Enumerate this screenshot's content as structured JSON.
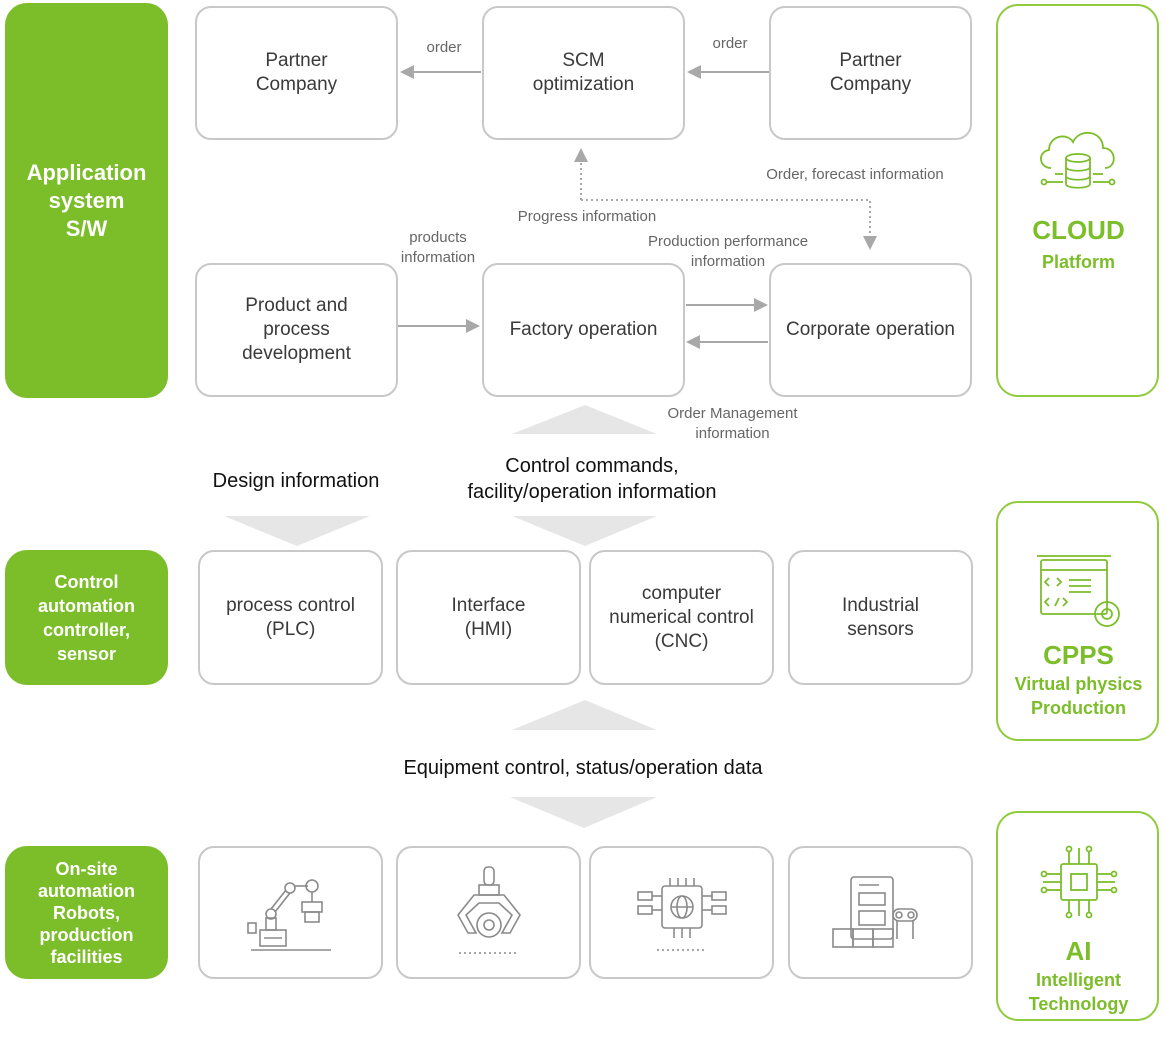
{
  "left": {
    "app_sw": "Application\nsystem\nS/W",
    "control": "Control\nautomation\ncontroller,\nsensor",
    "onsite": "On-site\nautomation\nRobots,\nproduction\nfacilities"
  },
  "boxes": {
    "partner_left": "Partner\nCompany",
    "scm": "SCM\noptimization",
    "partner_right": "Partner\nCompany",
    "product_dev": "Product and\nprocess\ndevelopment",
    "factory": "Factory operation",
    "corporate": "Corporate operation",
    "plc": "process control\n(PLC)",
    "hmi": "Interface\n(HMI)",
    "cnc": "computer\nnumerical control\n(CNC)",
    "sensors": "Industrial\nsensors"
  },
  "labels": {
    "order_left": "order",
    "order_right": "order",
    "order_forecast": "Order, forecast information",
    "progress": "Progress information",
    "products_info": "products\ninformation",
    "production_perf": "Production performance\ninformation",
    "order_mgmt": "Order Management\ninformation",
    "design_info": "Design information",
    "control_cmds": "Control commands,\nfacility/operation information",
    "equipment": "Equipment control, status/operation data"
  },
  "right": {
    "cloud_title": "CLOUD",
    "cloud_sub": "Platform",
    "cpps_title": "CPPS",
    "cpps_sub": "Virtual physics\nProduction",
    "ai_title": "AI",
    "ai_sub": "Intelligent\nTechnology"
  },
  "icons": [
    "robot-arm-icon",
    "gripper-gear-icon",
    "chip-globe-icon",
    "machine-conveyor-icon",
    "cloud-database-icon",
    "code-window-gear-icon",
    "ai-chip-icon"
  ],
  "colors": {
    "accent": "#7cbd2a",
    "border": "#c8c8c8",
    "arrow": "#aaaaaa"
  }
}
